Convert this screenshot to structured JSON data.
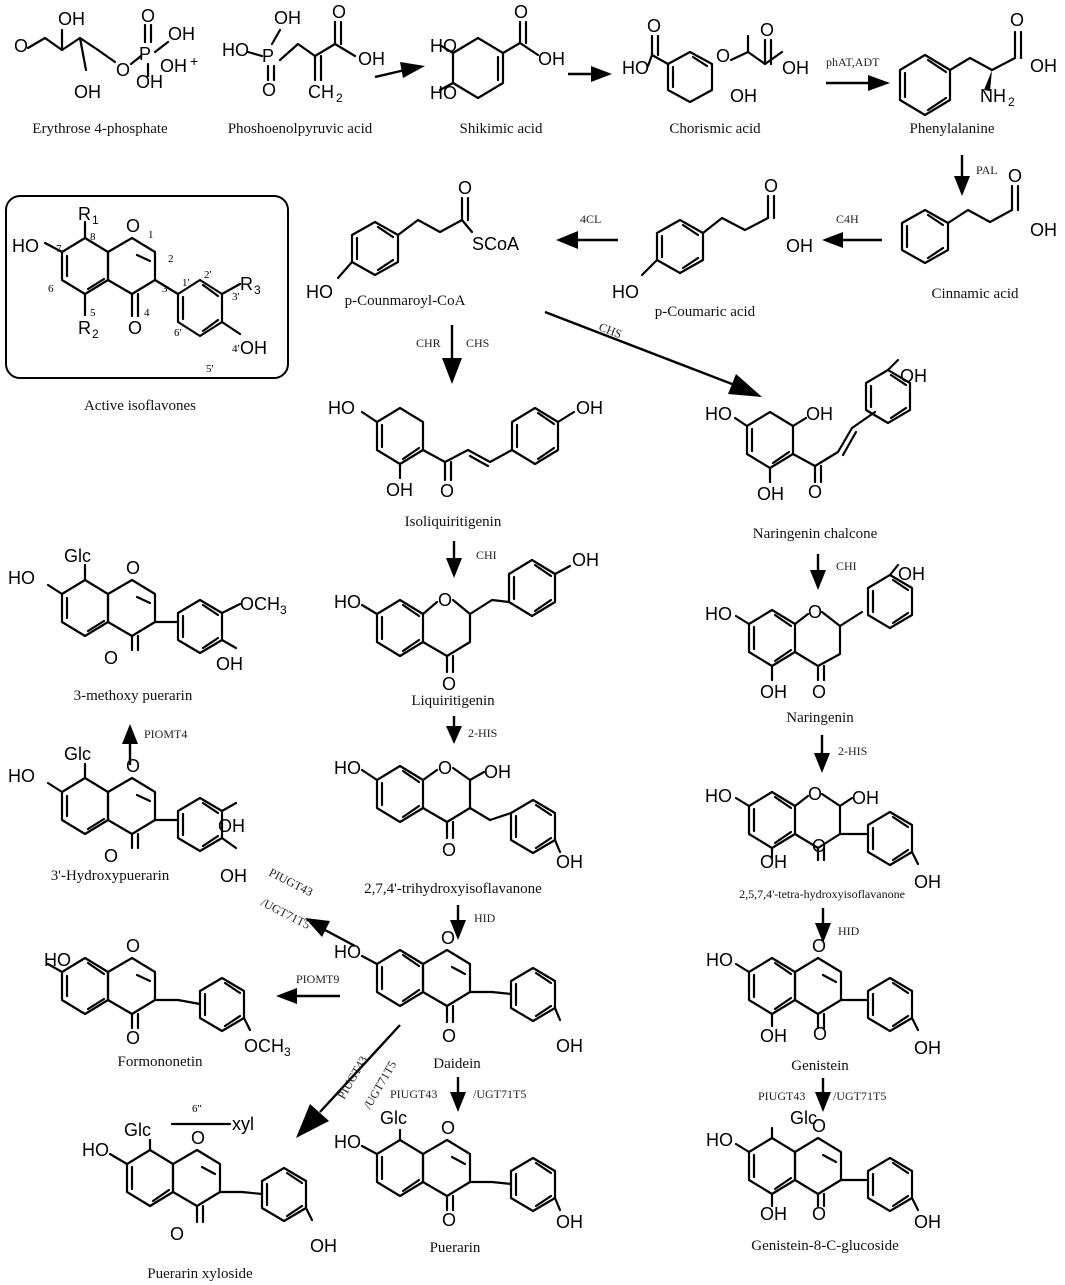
{
  "compounds": {
    "erythrose": "Erythrose 4-phosphate",
    "pep": "Phoshoenolpyruvic acid",
    "shikimic": "Shikimic acid",
    "chorismic": "Chorismic acid",
    "phenylalanine": "Phenylalanine",
    "cinnamic": "Cinnamic acid",
    "coumaric": "p-Coumaric acid",
    "coumaroyl": "p-Counmaroyl-CoA",
    "active": "Active isoflavones",
    "isoliquiritigenin": "Isoliquiritigenin",
    "naringenin_chalcone": "Naringenin chalcone",
    "liquiritigenin": "Liquiritigenin",
    "naringenin": "Naringenin",
    "trihydroxy": "2,7,4'-trihydroxyisoflavanone",
    "tetrahydroxy": "2,5,7,4'-tetra-hydroxyisoflavanone",
    "daidein": "Daidein",
    "genistein": "Genistein",
    "puerarin": "Puerarin",
    "genistein_glc": "Genistein-8-C-glucoside",
    "formononetin": "Formononetin",
    "hydroxypuerarin": "3'-Hydroxypuerarin",
    "methoxypuerarin": "3-methoxy puerarin",
    "xyloside": "Puerarin xyloside"
  },
  "enzymes": {
    "phat": "phAT,ADT",
    "pal": "PAL",
    "c4h": "C4H",
    "fourcl": "4CL",
    "chr": "CHR",
    "chs_a": "CHS",
    "chs_b": "CHS",
    "chi_a": "CHI",
    "chi_b": "CHI",
    "his_a": "2-HIS",
    "his_b": "2-HIS",
    "hid_a": "HID",
    "hid_b": "HID",
    "piomt4": "PIOMT4",
    "piomt9": "PIOMT9",
    "piugt43_a": "PIUGT43",
    "ugt71t5_a": "/UGT71T5",
    "piugt43_b": "PIUGT43",
    "ugt71t5_b": "/UGT71T5",
    "piugt43_c": "PIUGT43",
    "ugt71t5_c": "/UGT71T5",
    "piugt43_d": "PIUGT43",
    "ugt71t5_d": "/UGT71T5"
  },
  "structure_labels": {
    "oh": "OH",
    "ho": "HO",
    "o": "O",
    "p": "P",
    "h": "H",
    "glc": "Glc",
    "xyl": "xyl",
    "scoa": "SCoA",
    "nh2": "NH",
    "two": "2",
    "ch2": "CH",
    "och3": "OCH",
    "three": "3",
    "plus": "+",
    "r": "R",
    "one": "1",
    "pos6pp": "6''",
    "pos_1": "1",
    "pos_2": "2",
    "pos_3": "3",
    "pos_4": "4",
    "pos_5": "5",
    "pos_6": "6",
    "pos_7": "7",
    "pos_8": "8",
    "pos_1p": "1'",
    "pos_2p": "2'",
    "pos_3p": "3'",
    "pos_4p": "4'",
    "pos_5p": "5'",
    "pos_6p": "6'"
  }
}
